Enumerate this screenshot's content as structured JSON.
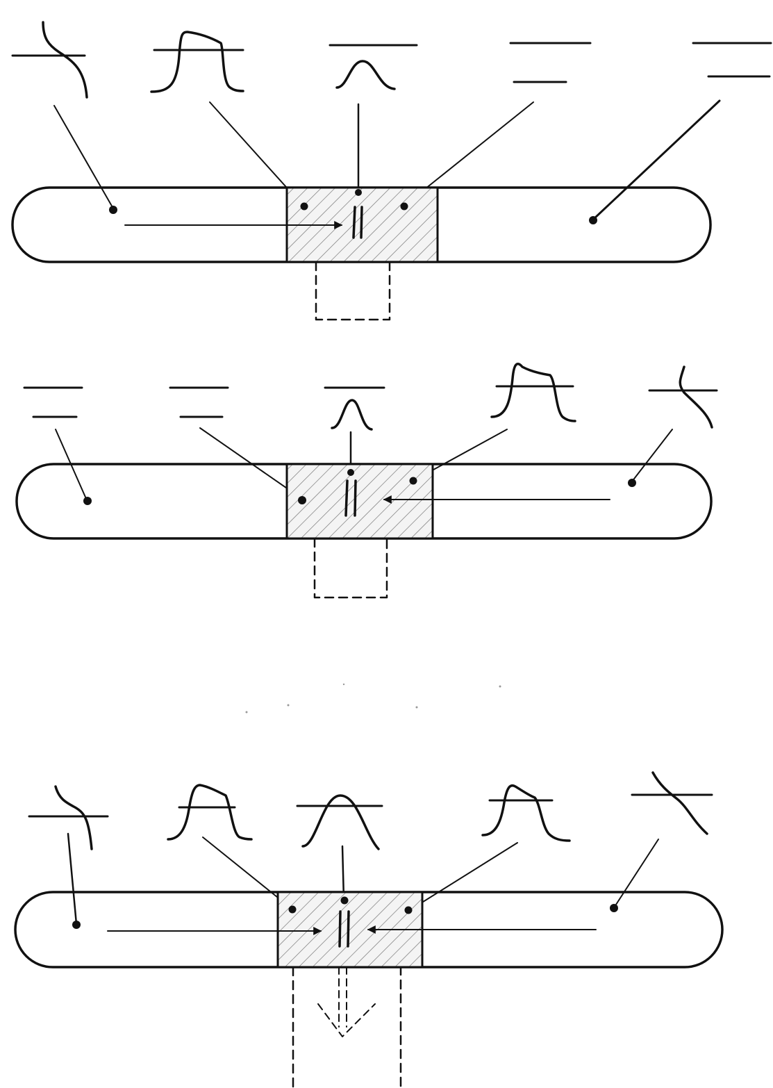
{
  "figure": {
    "ink_color": "#111111",
    "background_color": "#ffffff",
    "hatch_color": "#777777",
    "panels": [
      {
        "id": "panel-top",
        "description_of_flow": "right",
        "signal_shapes": [
          "step-down-curve",
          "pulse-plateau",
          "bump",
          "flat-double-line",
          "flat-double-line"
        ]
      },
      {
        "id": "panel-middle",
        "description_of_flow": "left",
        "signal_shapes": [
          "flat-double-line",
          "flat-double-line",
          "bump",
          "pulse-plateau",
          "step-down-curve"
        ]
      },
      {
        "id": "panel-bottom",
        "description_of_flow": "both",
        "signal_shapes": [
          "step-down-curve",
          "pulse-plateau",
          "bump",
          "pulse-plateau",
          "step-down-curve"
        ]
      }
    ]
  }
}
